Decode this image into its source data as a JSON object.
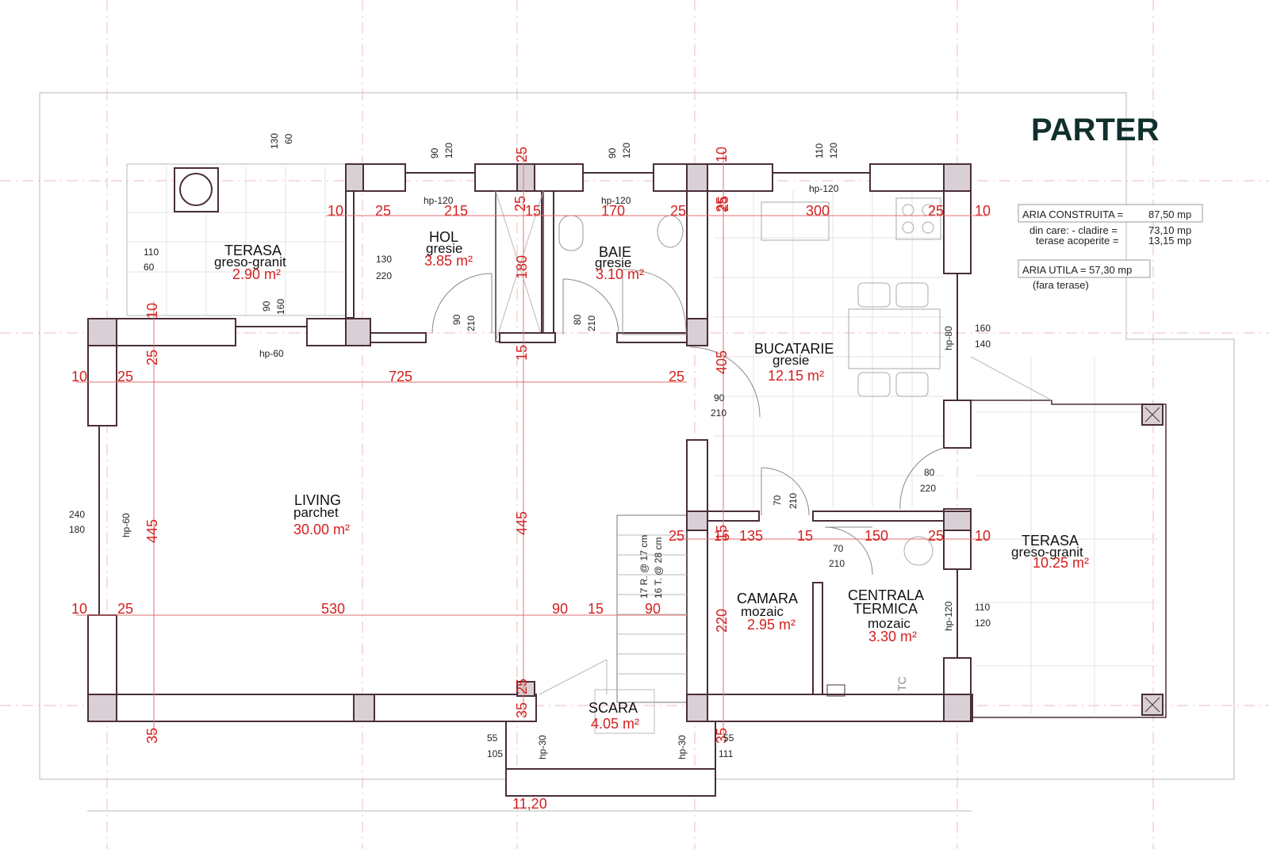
{
  "title": "PARTER",
  "info": {
    "aria_construita_label": "ARIA CONSTRUITA =",
    "aria_construita_value": "87,50 mp",
    "din_care_label": "din care:  - cladire  =",
    "cladire_value": "73,10 mp",
    "terase_label": "terase acoperite   =",
    "terase_value": "13,15 mp",
    "aria_utila": "ARIA UTILA = 57,30 mp",
    "fara_terase": "(fara terase)"
  },
  "rooms": {
    "terasa_nw": {
      "name": "TERASA",
      "finish": "greso-granit",
      "area": "2.90 m²"
    },
    "hol": {
      "name": "HOL",
      "finish": "gresie",
      "area": "3.85 m²"
    },
    "baie": {
      "name": "BAIE",
      "finish": "gresie",
      "area": "3.10 m²"
    },
    "bucatarie": {
      "name": "BUCATARIE",
      "finish": "gresie",
      "area": "12.15 m²"
    },
    "living": {
      "name": "LIVING",
      "finish": "parchet",
      "area": "30.00 m²"
    },
    "camara": {
      "name": "CAMARA",
      "finish": "mozaic",
      "area": "2.95 m²"
    },
    "centrala": {
      "name": "CENTRALA",
      "name2": "TERMICA",
      "finish": "mozaic",
      "area": "3.30 m²"
    },
    "terasa_e": {
      "name": "TERASA",
      "finish": "greso-granit",
      "area": "10.25 m²"
    },
    "scara": {
      "name": "SCARA",
      "area": "4.05 m²"
    }
  },
  "dims_top": [
    "10",
    "25",
    "215",
    "25",
    "15",
    "170",
    "25",
    "25",
    "300",
    "25",
    "10"
  ],
  "dims_row2": [
    "10",
    "25",
    "725",
    "25"
  ],
  "dims_row3": [
    "25",
    "15",
    "135",
    "15",
    "150",
    "25",
    "10"
  ],
  "dims_row4": [
    "10",
    "25",
    "530",
    "90",
    "15",
    "90"
  ],
  "dims_vertical": {
    "v10": "10",
    "v25": "25",
    "v445a": "445",
    "v35": "35",
    "c25": "25",
    "c180": "180",
    "c15": "15",
    "c445": "445",
    "c35": "35",
    "c25b": "25",
    "k25": "25",
    "k405": "405",
    "k15": "15",
    "k220": "220",
    "k35": "35",
    "w10a": "10",
    "w10b": "10"
  },
  "window_labels": {
    "hp120a": "hp-120",
    "hp120b": "hp-120",
    "hp120c": "hp-120",
    "hp60a": "hp-60",
    "hp60b": "hp-60",
    "hp80": "hp-80",
    "hp120d": "hp-120",
    "hp30a": "hp-30",
    "hp30b": "hp-30"
  },
  "small_numbers": {
    "w1a": "90",
    "w1b": "120",
    "w2a": "90",
    "w2b": "120",
    "w3a": "110",
    "w3b": "120",
    "s130": "130",
    "s60": "60",
    "t110": "110",
    "t60": "60",
    "h130": "130",
    "h220": "220",
    "wn90": "90",
    "wn160": "160",
    "d90a": "90",
    "d210a": "210",
    "d80a": "80",
    "d210b": "210",
    "k90": "90",
    "k210": "210",
    "k160": "160",
    "k140": "140",
    "k80": "80",
    "k220": "220",
    "c70a": "70",
    "c210a": "210",
    "c70b": "70",
    "c210b": "210",
    "l240": "240",
    "l180": "180",
    "e110": "110",
    "e120": "120",
    "b55a": "55",
    "b105": "105",
    "b55b": "55",
    "b111": "111",
    "st1": "17 R. @ 17 cm",
    "st2": "16 T. @ 28 cm",
    "tc": "TC"
  },
  "overall": "11,20",
  "colors": {
    "wall": "#4a2e3a",
    "dimension": "#d42020",
    "title": "#10302c",
    "grid": "#f2b9b9"
  }
}
